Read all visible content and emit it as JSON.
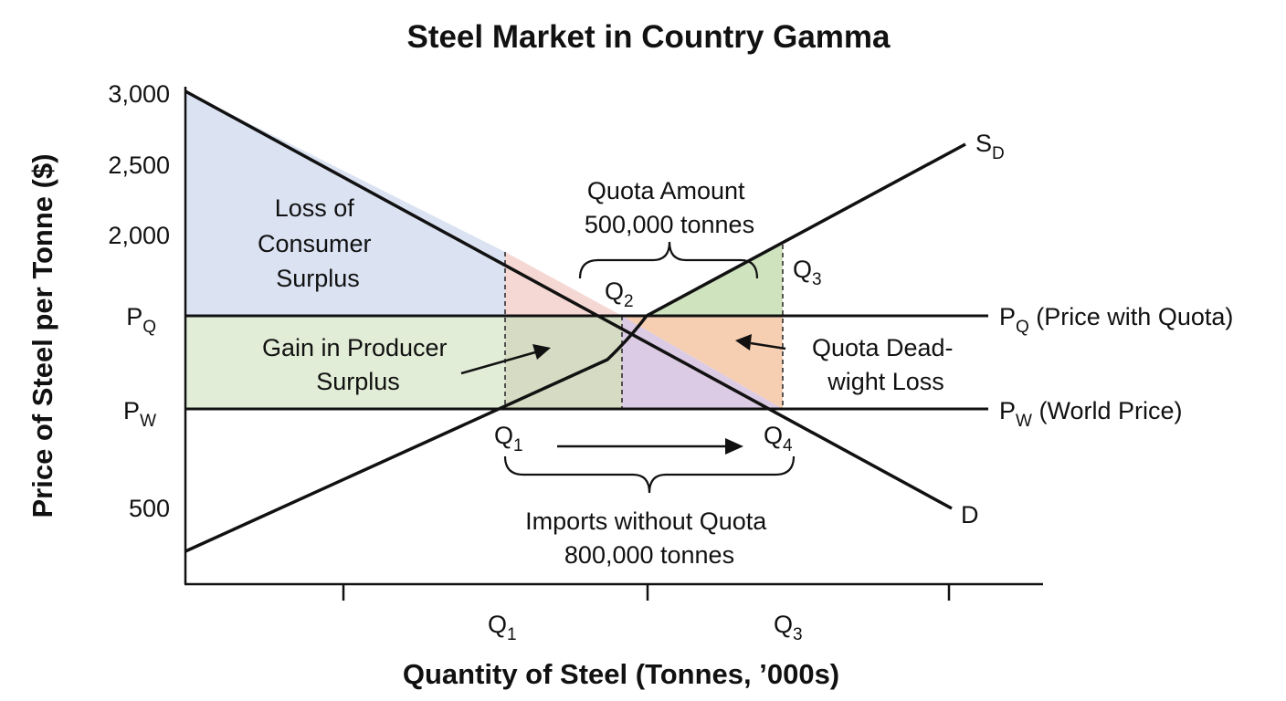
{
  "title": "Steel Market in Country Gamma",
  "y_axis_title": "Price of Steel per Tonne ($)",
  "x_axis_title": "Quantity of Steel (Tonnes, ’000s)",
  "y_ticks": {
    "t3000": "3,000",
    "t2500": "2,500",
    "t2000": "2,000",
    "t500": "500",
    "pq_main": "P",
    "pq_sub": "Q",
    "pw_main": "P",
    "pw_sub": "W"
  },
  "x_ticks": {
    "q1_main": "Q",
    "q1_sub": "1",
    "q3_main": "Q",
    "q3_sub": "3"
  },
  "curves": {
    "supply_main": "S",
    "supply_sub": "D",
    "demand": "D"
  },
  "lines": {
    "pq_main": "P",
    "pq_sub": "Q",
    "pq_text": " (Price with Quota)",
    "pw_main": "P",
    "pw_sub": "W",
    "pw_text": " (World Price)"
  },
  "areas": {
    "consumer_loss": [
      "Loss of",
      "Consumer",
      "Surplus"
    ],
    "producer_gain": [
      "Gain in Producer",
      "Surplus"
    ],
    "deadweight": [
      "Quota Dead-",
      "wight Loss"
    ]
  },
  "points": {
    "q1_main": "Q",
    "q1_sub": "1",
    "q2_main": "Q",
    "q2_sub": "2",
    "q3_main": "Q",
    "q3_sub": "3",
    "q4_main": "Q",
    "q4_sub": "4"
  },
  "annotations": {
    "quota": [
      "Quota Amount",
      "500,000 tonnes"
    ],
    "imports": [
      "Imports without Quota",
      "800,000 tonnes"
    ]
  },
  "colors": {
    "consumer_loss": "#dbe3f3",
    "producer_gain": "#e1edd6",
    "pink": "#f5d8d3",
    "olive": "#d6dcc3",
    "purple": "#dccbe4",
    "orange": "#f6cfb3",
    "green_triangle": "#cfe3bf"
  }
}
